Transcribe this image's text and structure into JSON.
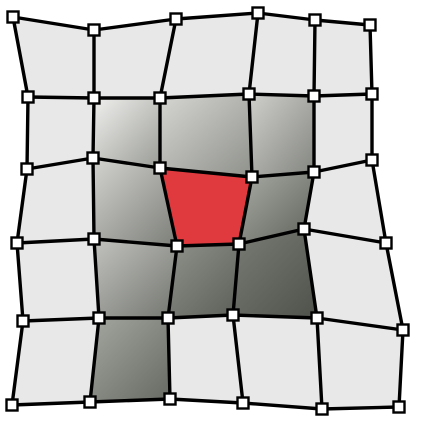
{
  "mesh": {
    "rows": 6,
    "cols": 6,
    "colors": {
      "light": "#e8e8e8",
      "highlight": "#e03a3e",
      "edge": "#000000",
      "node_fill": "#ffffff"
    },
    "shaded_cells": [
      {
        "row": 1,
        "col": 1,
        "from": "#f0f0ee",
        "to": "#9a9c96"
      },
      {
        "row": 1,
        "col": 2,
        "from": "#d6d6d3",
        "to": "#8f918b"
      },
      {
        "row": 1,
        "col": 3,
        "from": "#cfcfcc",
        "to": "#83857f"
      },
      {
        "row": 2,
        "col": 1,
        "from": "#d3d3d0",
        "to": "#7c7e78"
      },
      {
        "row": 2,
        "col": 3,
        "from": "#a9aba5",
        "to": "#5f615b"
      },
      {
        "row": 3,
        "col": 1,
        "from": "#c2c3bf",
        "to": "#73756f"
      },
      {
        "row": 3,
        "col": 2,
        "from": "#8f918b",
        "to": "#5c5e58"
      },
      {
        "row": 3,
        "col": 3,
        "from": "#7a7c76",
        "to": "#4f514b"
      },
      {
        "row": 4,
        "col": 1,
        "from": "#a4a6a0",
        "to": "#676963"
      }
    ],
    "highlight_cell": {
      "row": 2,
      "col": 2
    },
    "node_shape": "square-handle-icon"
  }
}
